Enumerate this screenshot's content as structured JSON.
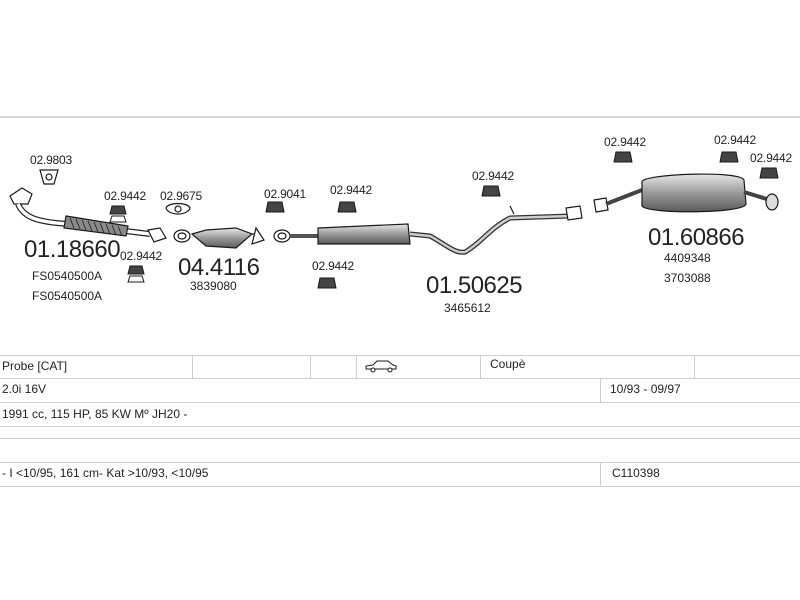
{
  "diagram": {
    "clamps": [
      {
        "code": "02.9803"
      },
      {
        "code": "02.9442"
      },
      {
        "code": "02.9442"
      },
      {
        "code": "02.9675"
      },
      {
        "code": "02.9041"
      },
      {
        "code": "02.9442"
      },
      {
        "code": "02.9442"
      },
      {
        "code": "02.9442"
      },
      {
        "code": "02.9442"
      },
      {
        "code": "02.9442"
      },
      {
        "code": "02.9442"
      }
    ],
    "parts": [
      {
        "code": "01.18660",
        "oem": [
          "FS0540500A",
          "FS0540500A"
        ]
      },
      {
        "code": "04.4116",
        "oem": [
          "3839080"
        ]
      },
      {
        "code": "01.50625",
        "oem": [
          "3465612"
        ]
      },
      {
        "code": "01.60866",
        "oem": [
          "4409348",
          "3703088"
        ]
      }
    ]
  },
  "table": {
    "row1": {
      "type": "Probe  [CAT]",
      "body_style": "Coupè",
      "car_icon": "car-icon"
    },
    "row2": {
      "engine": "2.0i 16V",
      "period": "10/93 - 09/97"
    },
    "row3": {
      "specs": "1991 cc, 115 HP, 85 KW Mº JH20 -"
    },
    "row5": {
      "note": "- I <10/95, 161 cm- Kat >10/93, <10/95",
      "ref": "C110398"
    }
  },
  "colors": {
    "line": "#1a1a1a",
    "parts_fill": "#9a9a9a",
    "grid": "#cfcfcf"
  }
}
